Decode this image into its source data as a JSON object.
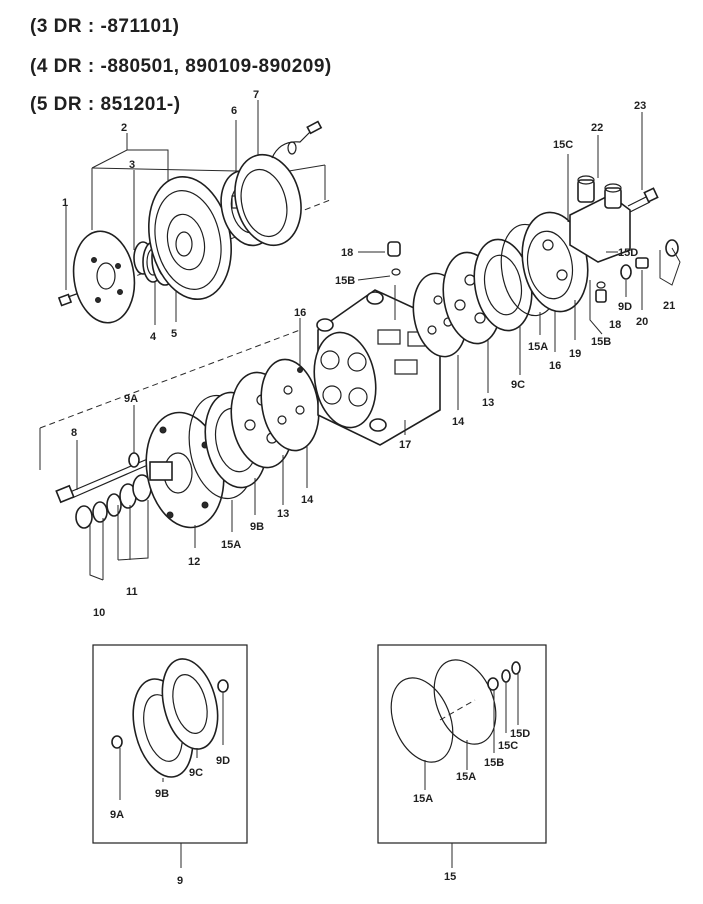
{
  "header_lines": [
    "(3 DR : -871101)",
    "(4 DR : -880501, 890109-890209)",
    "(5 DR : 851201-)"
  ],
  "callouts": {
    "c1": "1",
    "c2": "2",
    "c3": "3",
    "c4": "4",
    "c5": "5",
    "c6": "6",
    "c7": "7",
    "c8": "8",
    "c9a_main": "9A",
    "c10": "10",
    "c11": "11",
    "c12": "12",
    "c15a_left": "15A",
    "c9b_main": "9B",
    "c13_left": "13",
    "c14_left": "14",
    "c16_left": "16",
    "c17": "17",
    "c18_top": "18",
    "c15b_top": "15B",
    "c14_right": "14",
    "c13_right": "13",
    "c9c_main": "9C",
    "c15a_right": "15A",
    "c16_right": "16",
    "c19": "19",
    "c15b_right": "15B",
    "c18_right": "18",
    "c9d_main": "9D",
    "c20": "20",
    "c21": "21",
    "c15c_top": "15C",
    "c15d_top": "15D",
    "c22": "22",
    "c23": "23",
    "kit9_9a": "9A",
    "kit9_9b": "9B",
    "kit9_9c": "9C",
    "kit9_9d": "9D",
    "kit9_label": "9",
    "kit15_15a1": "15A",
    "kit15_15a2": "15A",
    "kit15_15b": "15B",
    "kit15_15c": "15C",
    "kit15_15d": "15D",
    "kit15_label": "15"
  }
}
